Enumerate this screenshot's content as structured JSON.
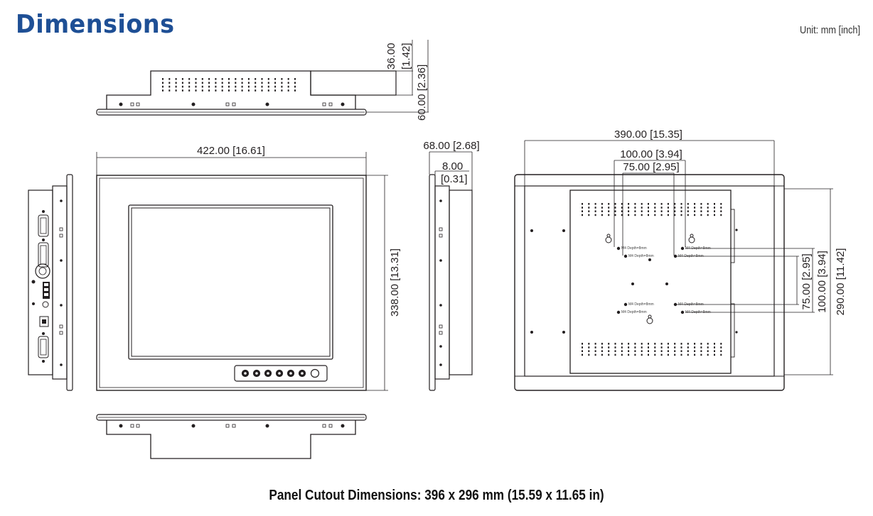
{
  "title": "Dimensions",
  "unit": "Unit: mm [inch]",
  "dims": {
    "top_height_a_val": "36.00",
    "top_height_a_in": "[1.42]",
    "top_height_b": "60.00 [2.36]",
    "front_width": "422.00 [16.61]",
    "front_height": "338.00 [13.31]",
    "side_depth": "68.00 [2.68]",
    "side_bezel_val": "8.00",
    "side_bezel_in": "[0.31]",
    "rear_width": "390.00 [15.35]",
    "rear_vesa_100": "100.00 [3.94]",
    "rear_vesa_75": "75.00 [2.95]",
    "rear_v75": "75.00 [2.95]",
    "rear_v100": "100.00 [3.94]",
    "rear_height": "290.00 [11.42]"
  },
  "mount_label": "M4 Depth=8mm",
  "cutout": "Panel Cutout Dimensions: 396 x 296 mm (15.59 x 11.65 in)"
}
